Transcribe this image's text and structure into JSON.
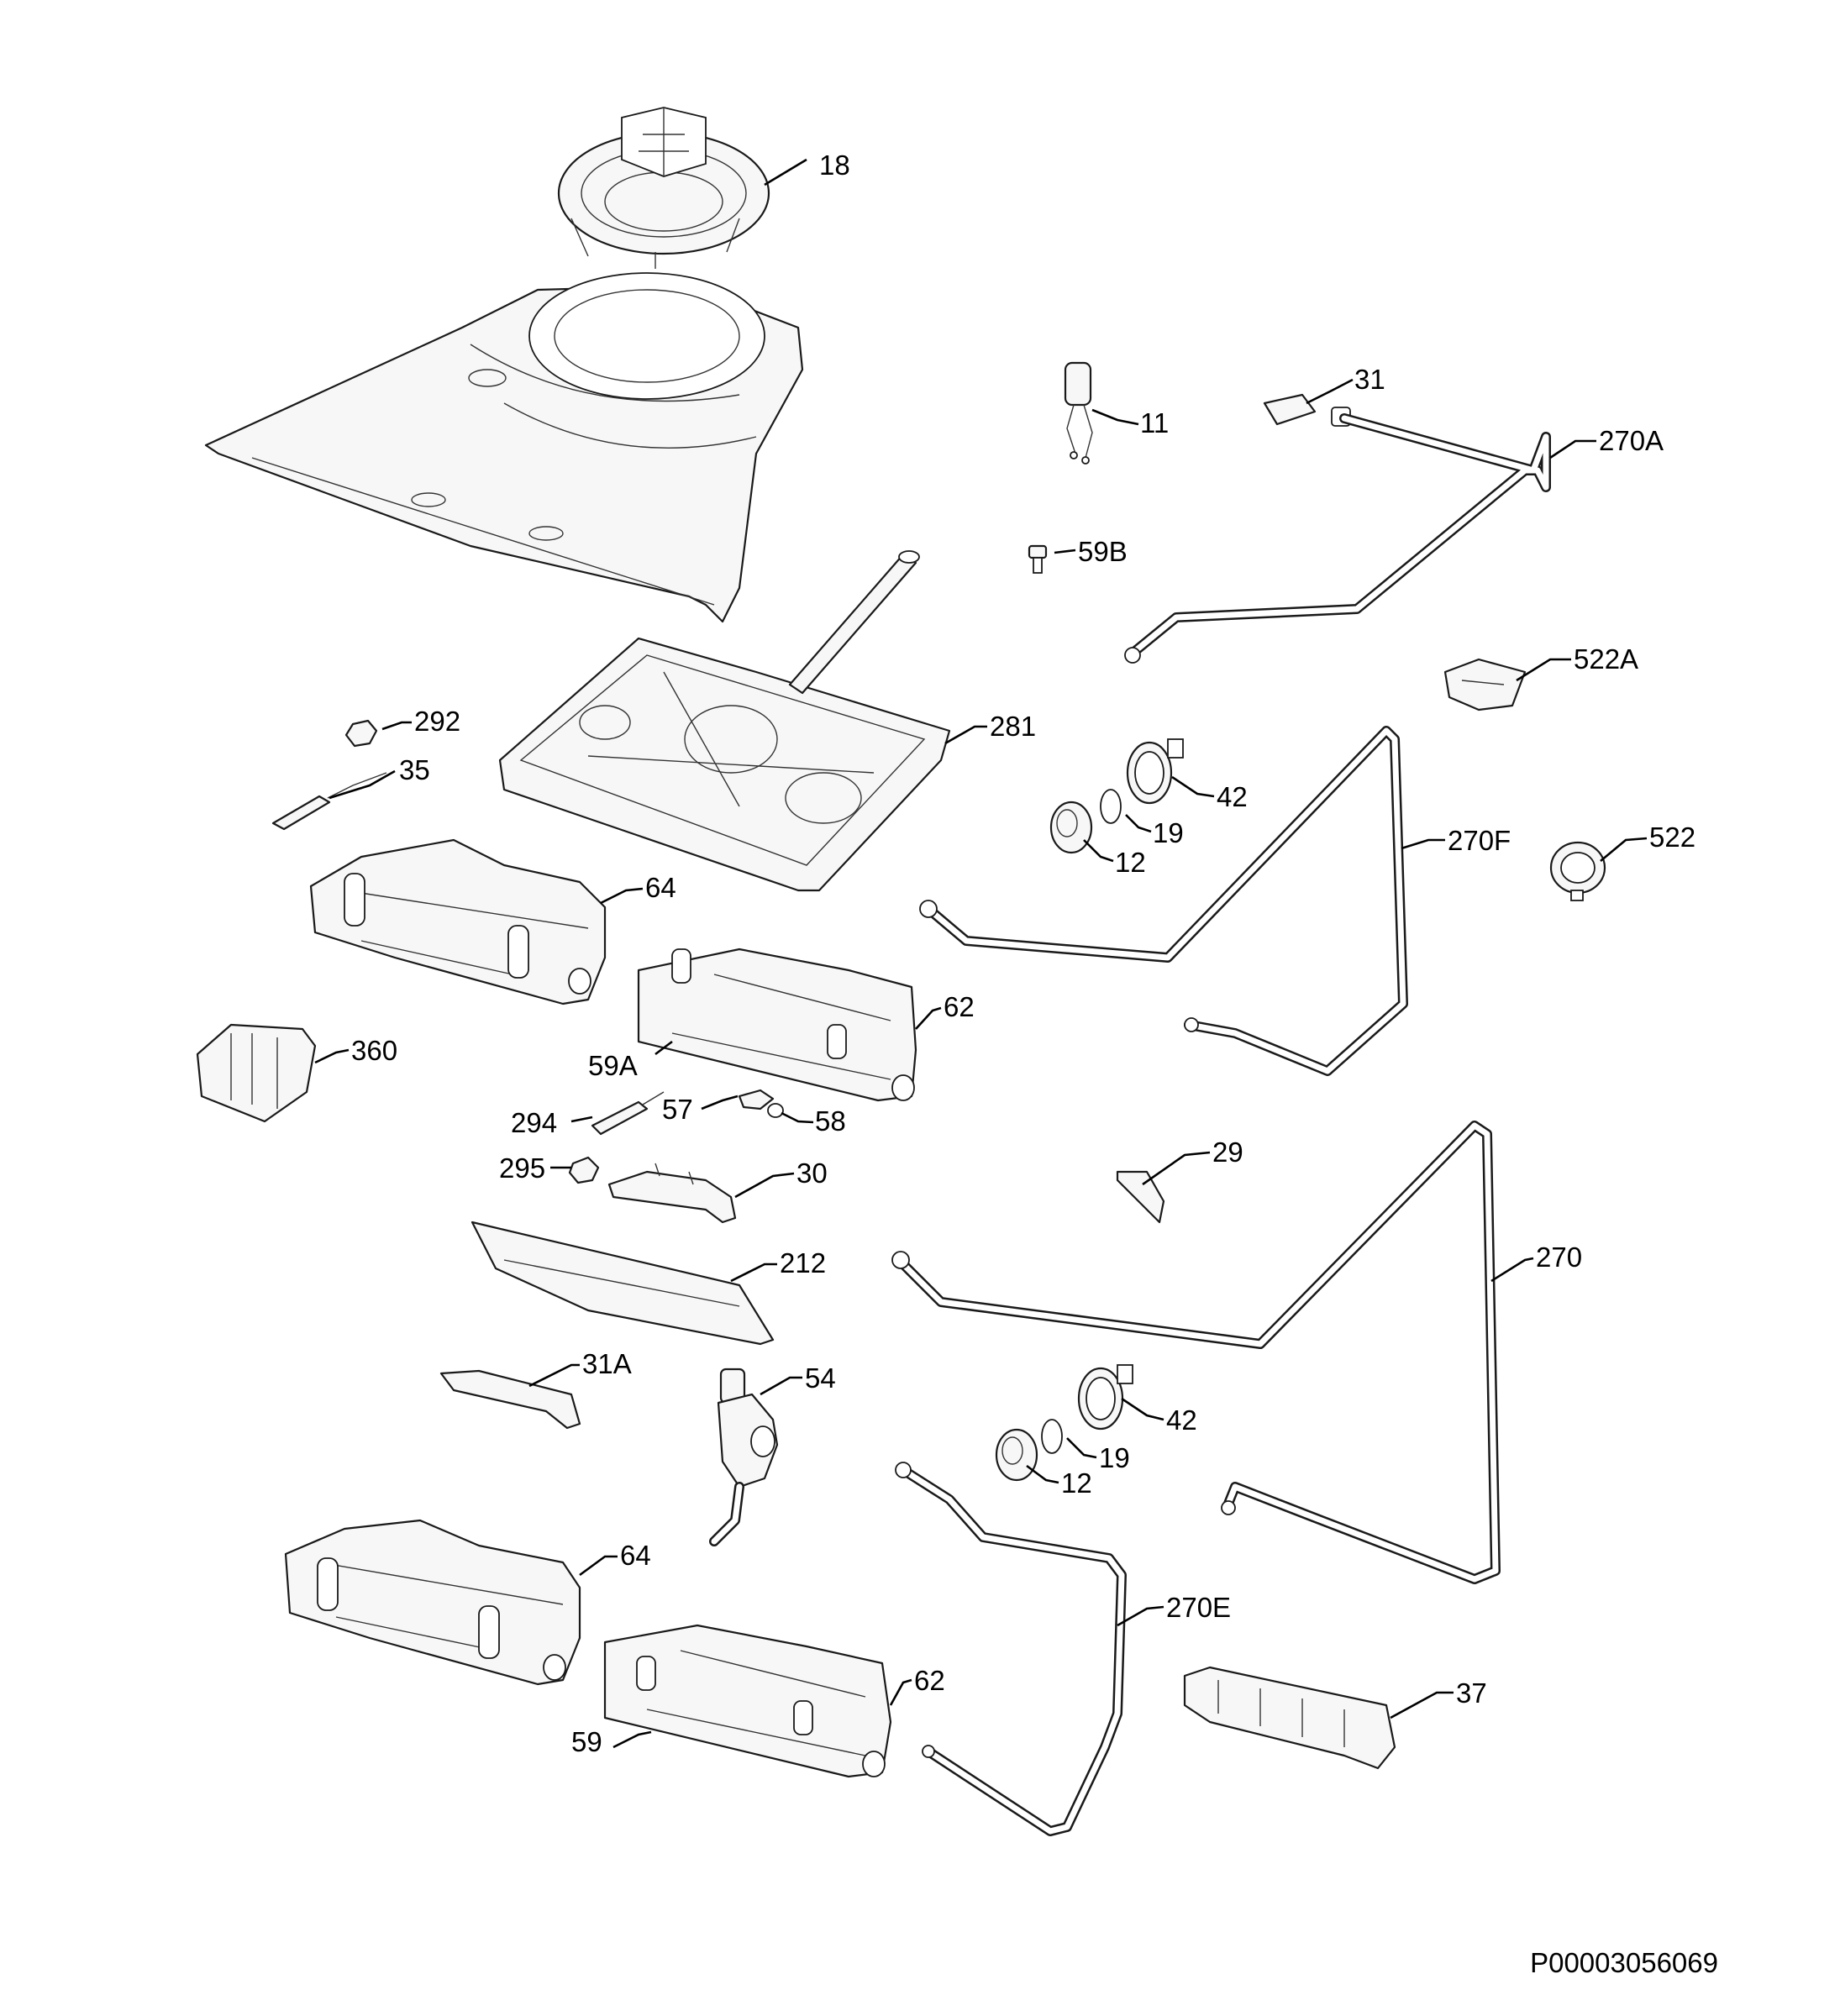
{
  "diagram": {
    "document_code": "P00003056069",
    "callouts": {
      "c18": "18",
      "c11": "11",
      "c31": "31",
      "c270a": "270A",
      "c59b": "59B",
      "c522a": "522A",
      "c292": "292",
      "c35": "35",
      "c281": "281",
      "c42_top": "42",
      "c19_top": "19",
      "c12_top": "12",
      "c270f": "270F",
      "c522": "522",
      "c64_top": "64",
      "c62_top": "62",
      "c59a": "59A",
      "c360": "360",
      "c294": "294",
      "c57": "57",
      "c58": "58",
      "c295": "295",
      "c30": "30",
      "c29": "29",
      "c270": "270",
      "c212": "212",
      "c31a": "31A",
      "c54": "54",
      "c42_bot": "42",
      "c19_bot": "19",
      "c12_bot": "12",
      "c64_bot": "64",
      "c270e": "270E",
      "c62_bot": "62",
      "c59": "59",
      "c37": "37"
    }
  }
}
